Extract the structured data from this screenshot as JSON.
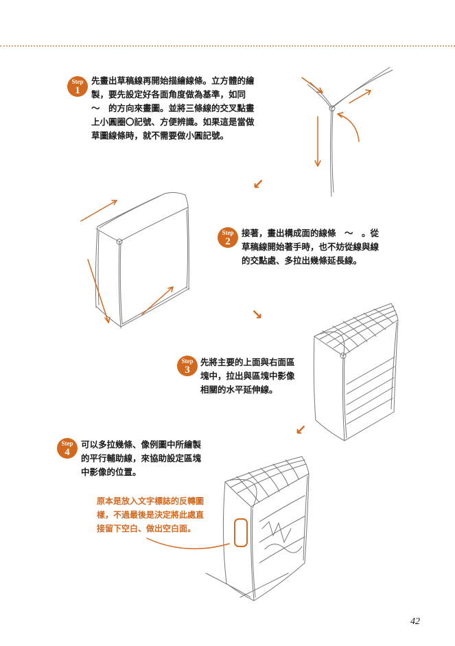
{
  "steps": [
    {
      "word": "Step",
      "number": "1",
      "text": "先畫出草稿線再開始描繪線條。立方體的繪\n製，要先設定好各面角度做為基準，如同\n～　的方向來畫圖。並將三條線的交叉點畫\n上小圓圈〇記號、方便辨識。如果這是當做\n草圖線條時，就不需要做小圓記號。"
    },
    {
      "word": "Step",
      "number": "2",
      "text": "接著，畫出構成面的線條　～　。從\n草稿線開始著手時，也不妨從線與線\n的交點處、多拉出幾條延長線。"
    },
    {
      "word": "Step",
      "number": "3",
      "text": "先將主要的上面與右面區\n塊中，拉出與區塊中影像\n相關的水平延伸線。"
    },
    {
      "word": "Step",
      "number": "4",
      "text": "可以多拉幾條、像例圖中所繪製\n的平行輔助線，來協助設定區塊\n中影像的位置。"
    }
  ],
  "note": "原本是放入文字標誌的反轉圖\n樣，不過最後是決定將此處直\n接留下空白、做出空白面。",
  "page_number": "42",
  "colors": {
    "accent": "#d2691e",
    "sketch": "#777777"
  },
  "icons": [
    "arrow-down-left-icon",
    "arrow-down-right-icon"
  ]
}
